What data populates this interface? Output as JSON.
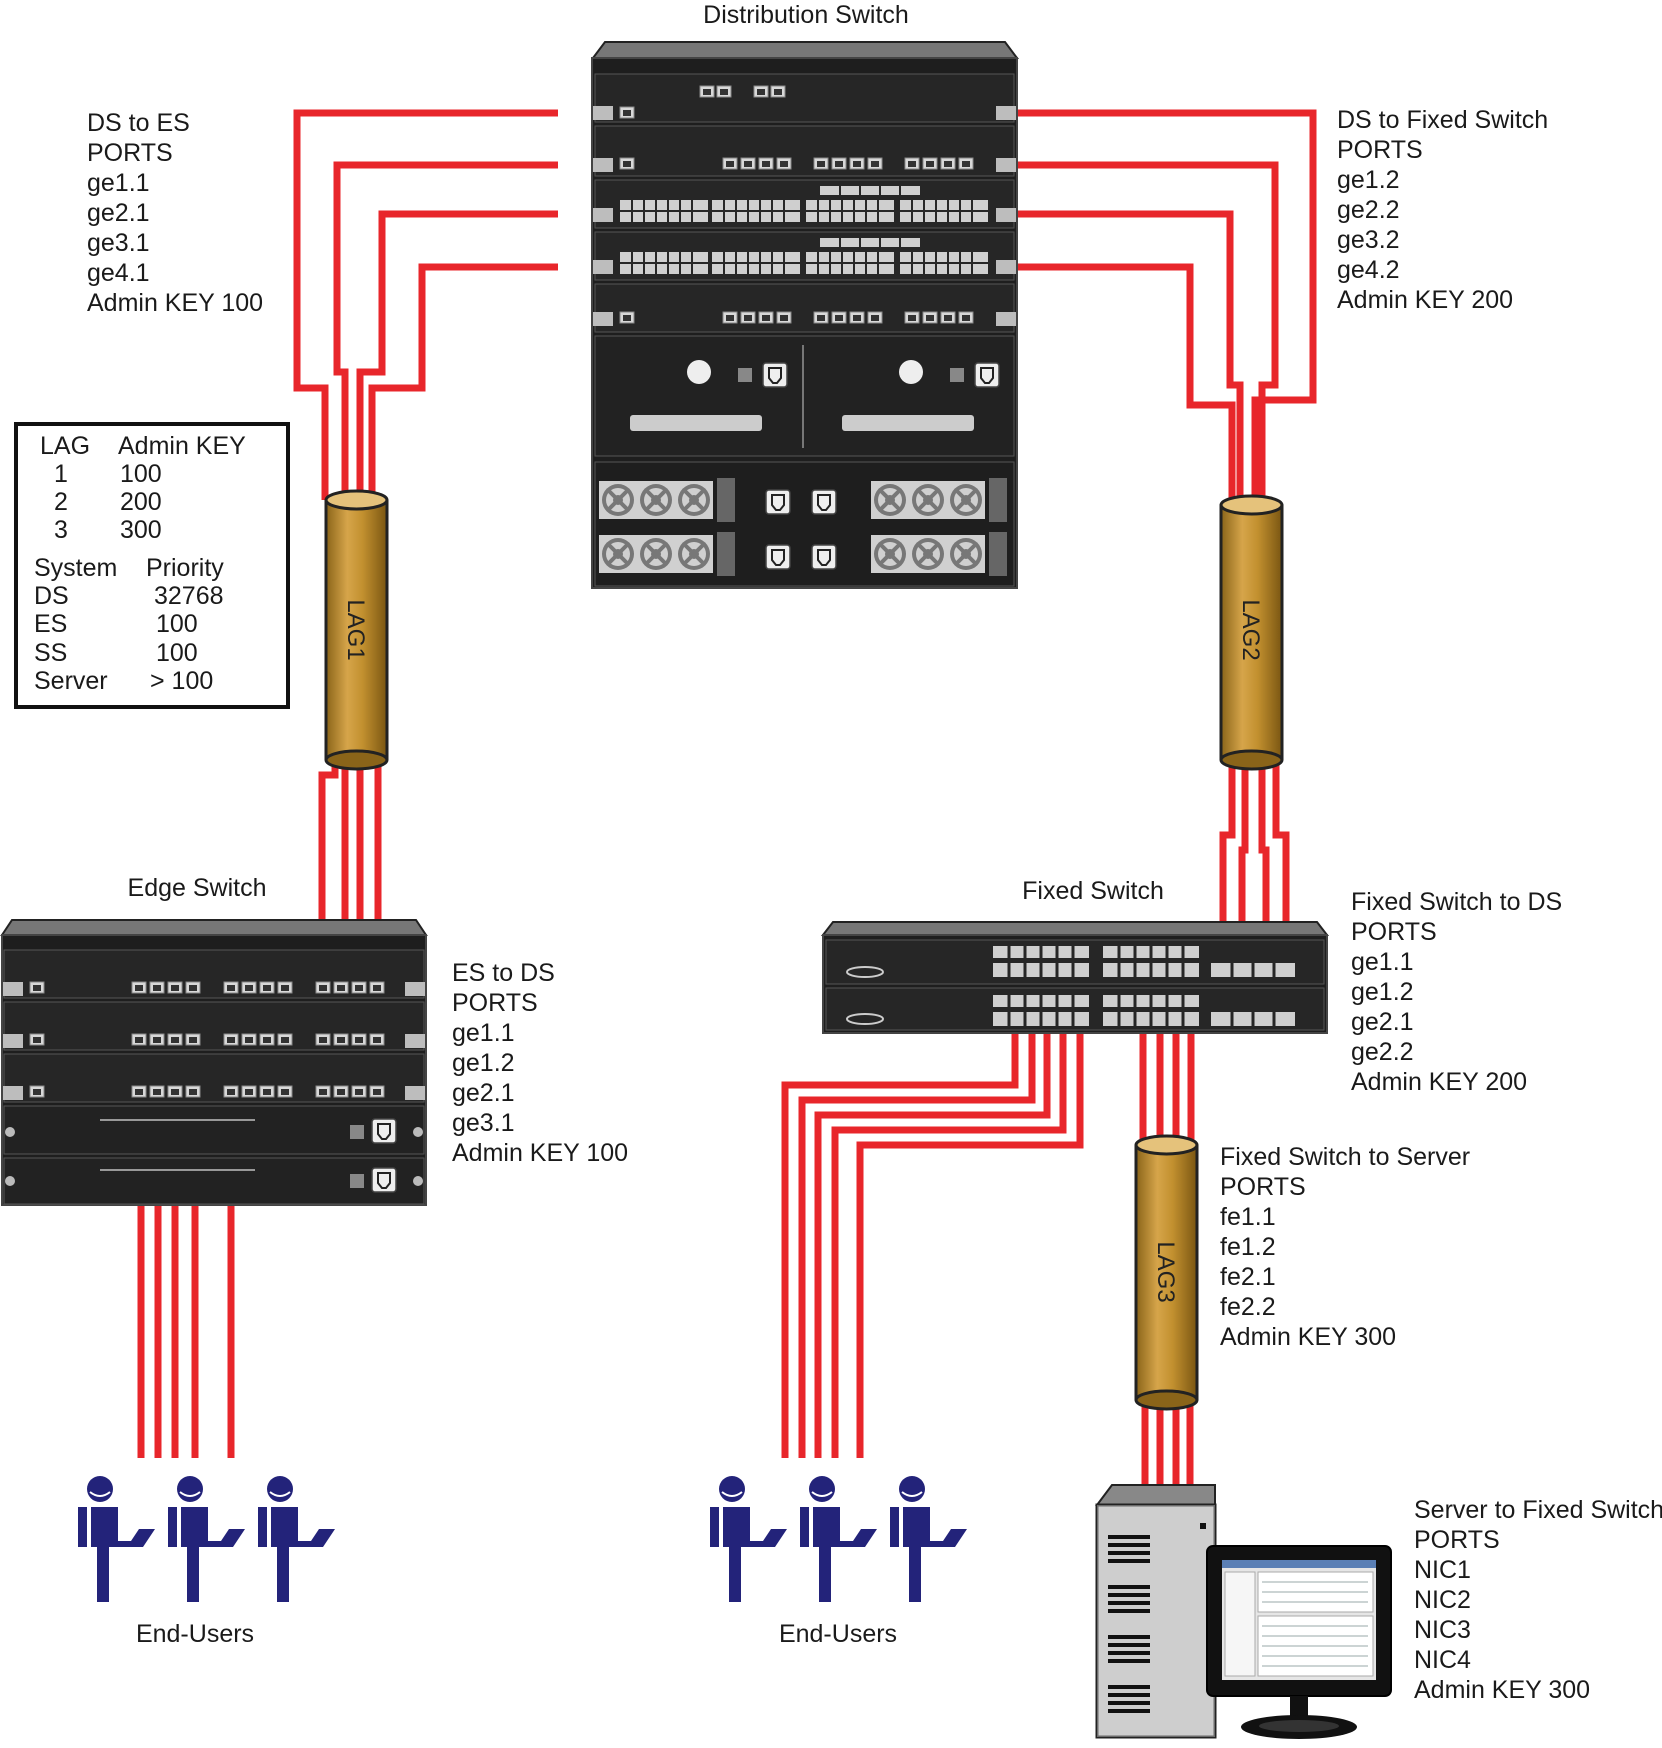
{
  "titles": {
    "distribution_switch": "Distribution Switch",
    "edge_switch": "Edge Switch",
    "fixed_switch": "Fixed Switch",
    "end_users_left": "End-Users",
    "end_users_right": "End-Users"
  },
  "lags": {
    "lag1": "LAG1",
    "lag2": "LAG2",
    "lag3": "LAG3"
  },
  "port_blocks": {
    "ds_to_es": [
      "DS to ES",
      "PORTS",
      "ge1.1",
      "ge2.1",
      "ge3.1",
      "ge4.1",
      "Admin KEY 100"
    ],
    "ds_to_fixed": [
      "DS to Fixed Switch",
      "PORTS",
      "ge1.2",
      "ge2.2",
      "ge3.2",
      "ge4.2",
      "Admin KEY 200"
    ],
    "es_to_ds": [
      "ES to DS",
      "PORTS",
      "ge1.1",
      "ge1.2",
      "ge2.1",
      "ge3.1",
      "Admin KEY 100"
    ],
    "fixed_to_ds": [
      "Fixed Switch to DS",
      "PORTS",
      "ge1.1",
      "ge1.2",
      "ge2.1",
      "ge2.2",
      "Admin KEY 200"
    ],
    "fixed_to_server": [
      "Fixed Switch to Server",
      "PORTS",
      "fe1.1",
      "fe1.2",
      "fe2.1",
      "fe2.2",
      "Admin KEY 300"
    ],
    "server_to_fixed": [
      "Server to Fixed Switch",
      "PORTS",
      "NIC1",
      "NIC2",
      "NIC3",
      "NIC4",
      "Admin KEY 300"
    ]
  },
  "legend": {
    "lag_header": "LAG",
    "key_header": "Admin KEY",
    "lag_rows": [
      {
        "lag": "1",
        "key": "100"
      },
      {
        "lag": "2",
        "key": "200"
      },
      {
        "lag": "3",
        "key": "300"
      }
    ],
    "system_header": "System",
    "priority_header": "Priority",
    "system_rows": [
      {
        "system": "DS",
        "priority": "32768"
      },
      {
        "system": "ES",
        "priority": "100"
      },
      {
        "system": "SS",
        "priority": "100"
      },
      {
        "system": "Server",
        "priority": "> 100"
      }
    ]
  },
  "colors": {
    "cable": "#e8262b",
    "lag_sleeve": "#c2902f",
    "chassis": "#1e1e1e",
    "user": "#23237a"
  }
}
